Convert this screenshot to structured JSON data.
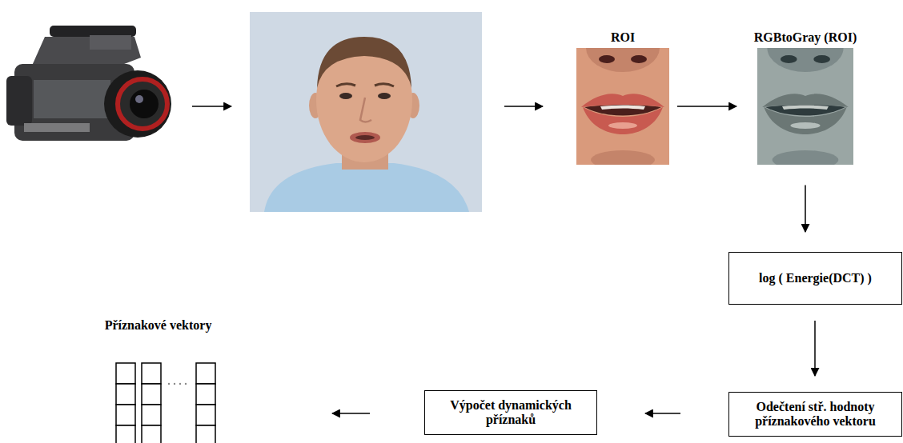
{
  "diagram": {
    "nodes": [
      {
        "text": [
          "ROI"
        ]
      },
      {
        "text": [
          "RGBtoGray (ROI)"
        ]
      },
      {
        "text": [
          "log ( Energie(DCT) )"
        ]
      },
      {
        "text": [
          "Odečtení stř. hodnoty příznakového vektoru"
        ]
      },
      {
        "text": [
          "Výpočet dynamických příznaků"
        ]
      },
      {
        "text": [
          "Příznakové vektory"
        ]
      }
    ],
    "edges": [
      {
        "from": 0,
        "to": 1,
        "arrow": "to"
      },
      {
        "from": 1,
        "to": 2,
        "arrow": "to"
      },
      {
        "from": 2,
        "to": 3,
        "arrow": "to"
      },
      {
        "from": 3,
        "to": 4,
        "arrow": "to"
      },
      {
        "from": 4,
        "to": 5,
        "arrow": "to"
      }
    ]
  }
}
